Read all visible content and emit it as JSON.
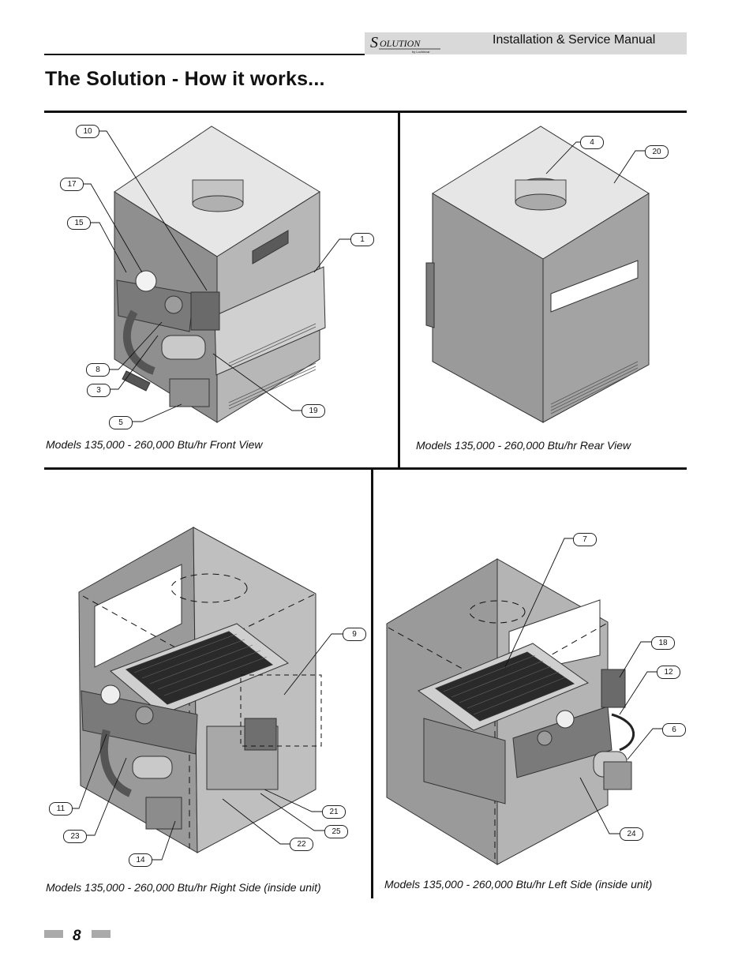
{
  "header": {
    "logo_text": "Solution",
    "logo_byline": "by Lochinvar",
    "manual_title": "Installation & Service Manual"
  },
  "page": {
    "title": "The Solution - How it works...",
    "number": "8"
  },
  "panels": {
    "front": {
      "caption": "Models 135,000 - 260,000 Btu/hr Front View",
      "callouts": [
        "10",
        "17",
        "15",
        "1",
        "8",
        "3",
        "5",
        "19"
      ]
    },
    "rear": {
      "caption": "Models 135,000 - 260,000 Btu/hr Rear View",
      "callouts": [
        "4",
        "20"
      ]
    },
    "right": {
      "caption": "Models 135,000 - 260,000 Btu/hr Right Side (inside unit)",
      "callouts": [
        "9",
        "11",
        "23",
        "14",
        "21",
        "25",
        "22"
      ]
    },
    "left": {
      "caption": "Models 135,000 - 260,000 Btu/hr Left Side (inside unit)",
      "callouts": [
        "7",
        "18",
        "12",
        "6",
        "24"
      ]
    }
  },
  "colors": {
    "header_bar": "#d9d9d9",
    "rule": "#111111",
    "cabinet_top": "#e6e6e6",
    "cabinet_side": "#8f8f8f",
    "cabinet_front": "#b4b4b4",
    "page_tab": "#aaaaaa"
  }
}
